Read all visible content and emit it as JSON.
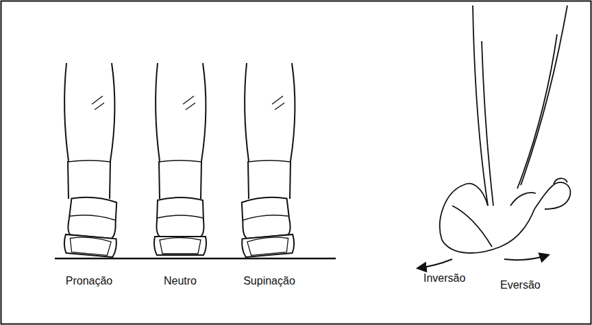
{
  "diagram": {
    "labels": [
      "Pronação",
      "Neutro",
      "Supinação",
      "Inversão",
      "Eversão"
    ]
  }
}
